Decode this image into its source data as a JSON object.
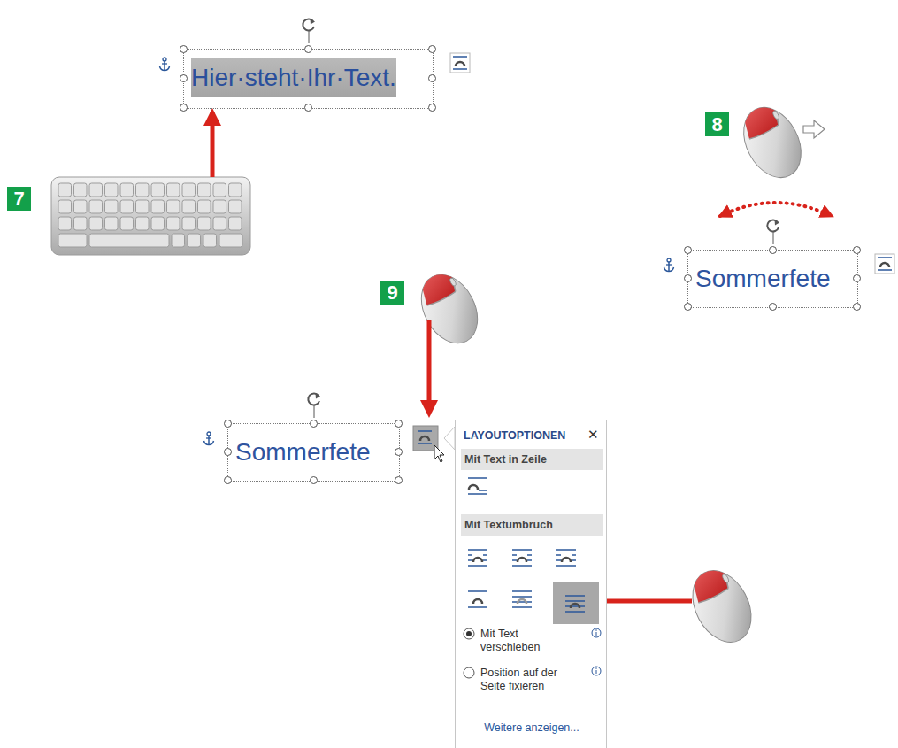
{
  "diagram": {
    "nodes": [
      {
        "text": [
          "Hier·steht·Ihr·Text."
        ]
      },
      {
        "text": [
          "7"
        ]
      },
      {
        "text": [
          "8"
        ]
      },
      {
        "text": [
          "Sommerfete"
        ]
      },
      {
        "text": [
          "9"
        ]
      },
      {
        "text": [
          "Sommerfete"
        ]
      },
      {
        "text": [
          "LAYOUTOPTIONEN",
          "Mit Text in Zeile",
          "Mit Textumbruch",
          "Mit Text verschieben",
          "Position auf der Seite fixieren",
          "Weitere anzeigen..."
        ]
      }
    ],
    "labels": [
      "✕"
    ]
  }
}
